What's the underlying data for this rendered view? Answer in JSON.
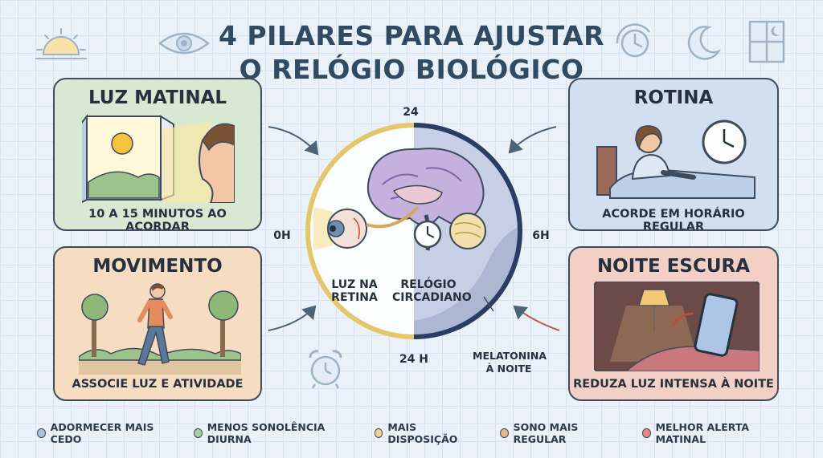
{
  "title": {
    "line1": "4 PILARES PARA AJUSTAR",
    "line2": "O RELÓGIO BIOLÓGICO"
  },
  "cards": {
    "luz_matinal": {
      "title": "LUZ MATINAL",
      "caption": "10 A 15 MINUTOS AO ACORDAR"
    },
    "rotina": {
      "title": "ROTINA",
      "caption": "ACORDE EM HORÁRIO REGULAR"
    },
    "movimento": {
      "title": "MOVIMENTO",
      "caption": "ASSOCIE LUZ E ATIVIDADE"
    },
    "noite_escura": {
      "title": "NOITE ESCURA",
      "caption": "REDUZA LUZ INTENSA À NOITE"
    }
  },
  "center": {
    "label_top": "24",
    "label_left": "0H",
    "label_right": "6H",
    "label_bottom": "24 H",
    "retina": "LUZ NA RETINA",
    "clock": "RELÓGIO CIRCADIANO",
    "melatonin": "MELATONINA À NOITE"
  },
  "legend": [
    {
      "label": "ADORMECER MAIS CEDO",
      "color": "#a9c4d6"
    },
    {
      "label": "MENOS SONOLÊNCIA DIURNA",
      "color": "#a8cfa1"
    },
    {
      "label": "MAIS DISPOSIÇÃO",
      "color": "#f3d38a"
    },
    {
      "label": "SONO MAIS REGULAR",
      "color": "#e8b48c"
    },
    {
      "label": "MELHOR ALERTA MATINAL",
      "color": "#e8887a"
    }
  ],
  "icons": [
    "sun-icon",
    "eye-icon",
    "clock-icon",
    "moon-icon",
    "window-icon",
    "alarm-clock-icon"
  ]
}
